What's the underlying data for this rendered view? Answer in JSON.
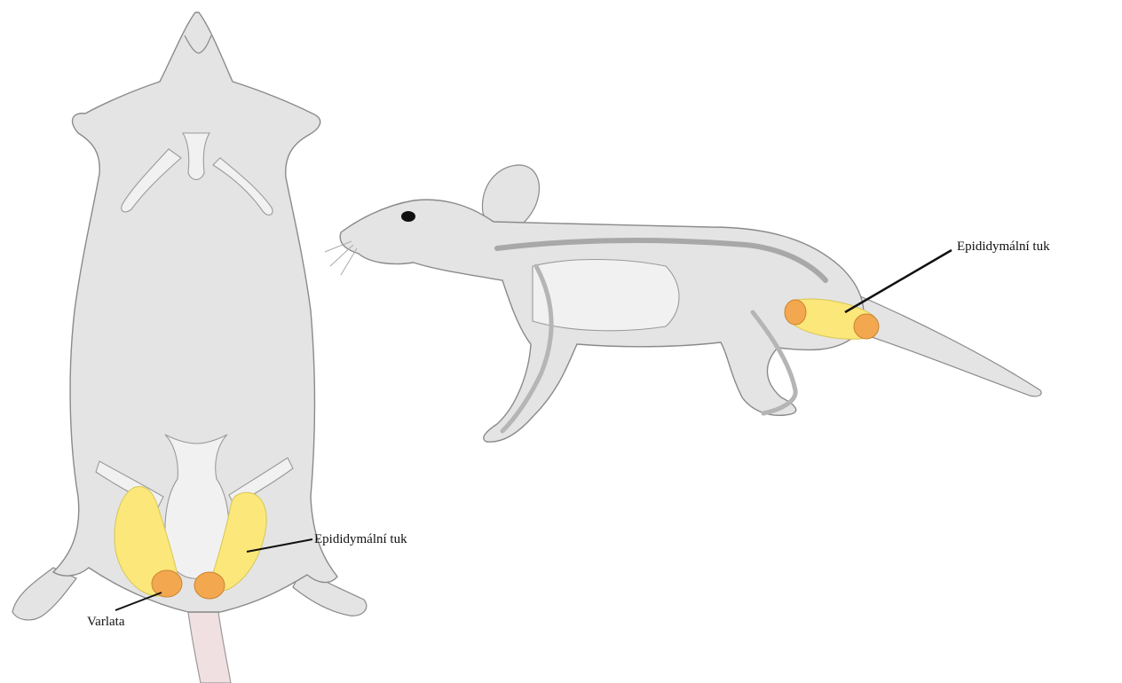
{
  "labels": {
    "top_view_fat": "Epididymální tuk",
    "top_view_testes": "Varlata",
    "side_view_fat": "Epididymální tuk"
  },
  "colors": {
    "body": "#e4e4e4",
    "outline": "#8a8a8a",
    "skeleton": "#f1f1f1",
    "fat": "#fbe77a",
    "testes": "#f3a74f",
    "tail": "#f1e0e2",
    "eye": "#111111"
  }
}
